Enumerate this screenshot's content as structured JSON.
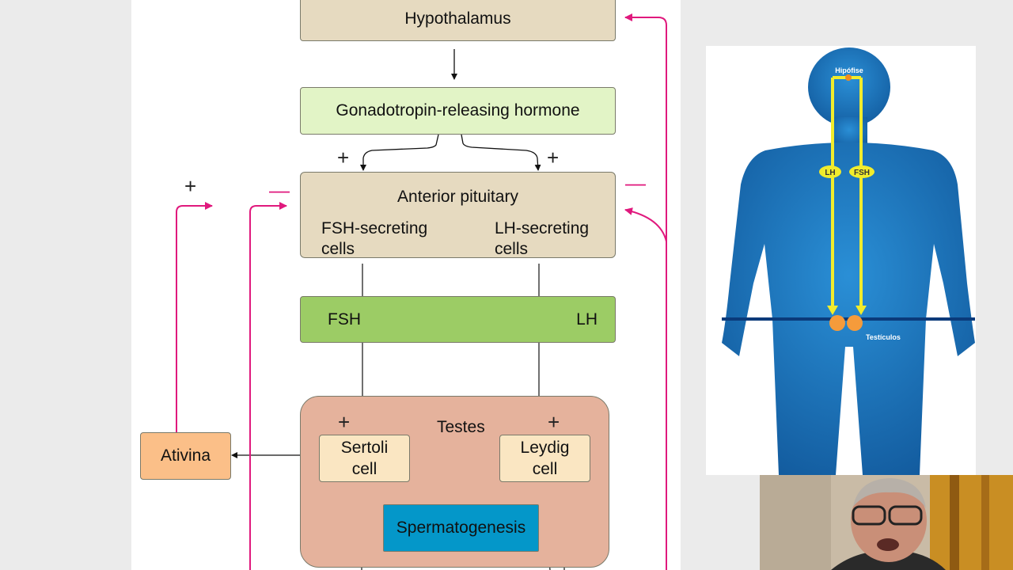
{
  "diagram": {
    "hypothalamus": "Hypothalamus",
    "gnrh": "Gonadotropin-releasing hormone",
    "pituitary": {
      "title": "Anterior pituitary",
      "fsh_cells_line1": "FSH-secreting",
      "fsh_cells_line2": "cells",
      "lh_cells_line1": "LH-secreting",
      "lh_cells_line2": "cells"
    },
    "hormones": {
      "fsh": "FSH",
      "lh": "LH"
    },
    "testes": {
      "title": "Testes",
      "sertoli_line1": "Sertoli",
      "sertoli_line2": "cell",
      "leydig_line1": "Leydig",
      "leydig_line2": "cell",
      "spermatogenesis": "Spermatogenesis"
    },
    "ativina": "Ativina",
    "symbols": {
      "plus": "+",
      "minus": "—"
    }
  },
  "body_image": {
    "label_top": "Hipófise",
    "label_lh": "LH",
    "label_fsh": "FSH",
    "label_bottom": "Testículos"
  },
  "colors": {
    "tan": "#e6dac0",
    "light_green": "#e2f4c6",
    "green": "#9ccc65",
    "salmon": "#e5b29c",
    "cell_cream": "#fae6c2",
    "ativina_orange": "#fbbf88",
    "blue": "#0497c9",
    "pink": "#e0197d",
    "body_blue": "#1d7ec4",
    "arrow_yellow": "#f1ec2c"
  }
}
